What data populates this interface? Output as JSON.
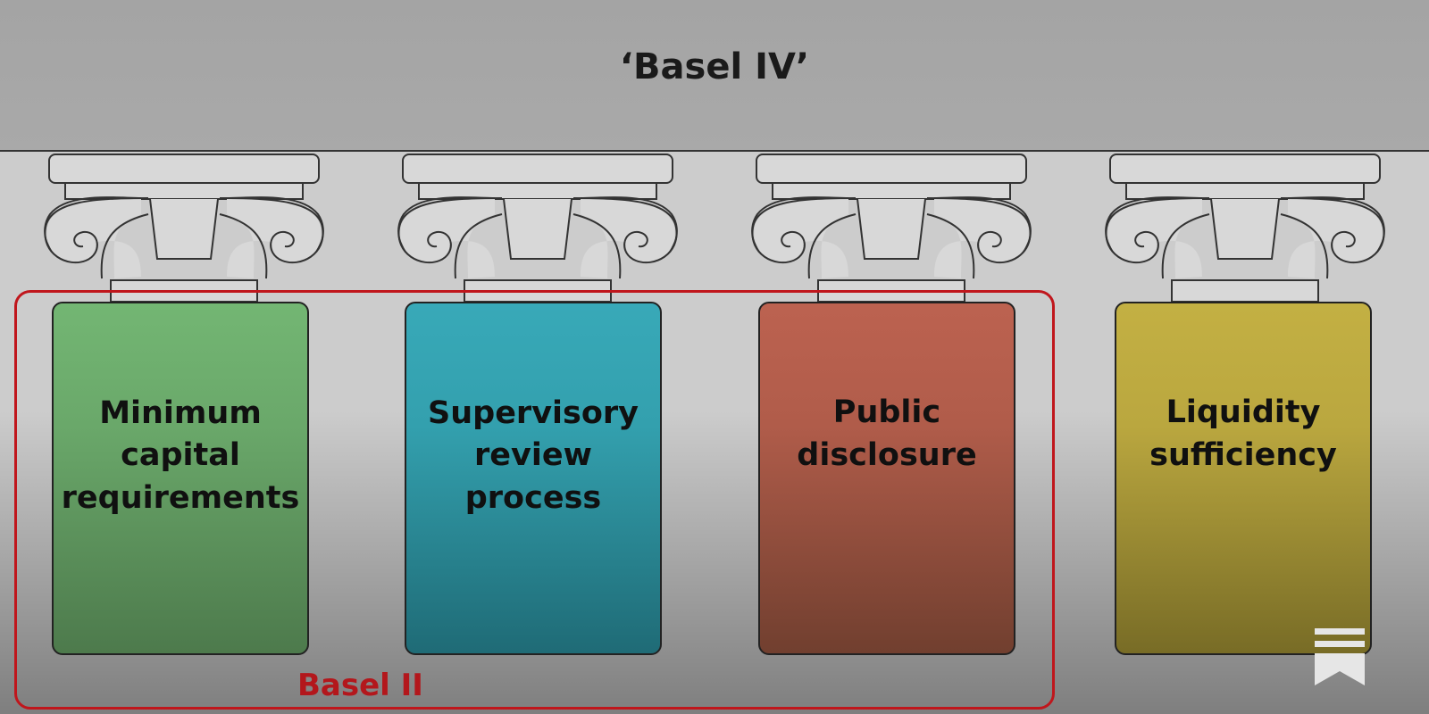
{
  "roof": {
    "title": "‘Basel IV’"
  },
  "pillars": [
    {
      "label": "Minimum capital requirements",
      "lines": [
        "Minimum",
        "capital",
        "requirements"
      ],
      "color": "#6aa86a"
    },
    {
      "label": "Supervisory review process",
      "lines": [
        "Supervisory",
        "review",
        "process"
      ],
      "color": "#33a0ae"
    },
    {
      "label": "Public disclosure",
      "lines": [
        "Public",
        "disclosure"
      ],
      "color": "#b05c4a"
    },
    {
      "label": "Liquidity sufficiency",
      "lines": [
        "Liquidity",
        "sufficiency"
      ],
      "color": "#baa73f"
    }
  ],
  "group": {
    "label": "Basel II",
    "color": "#c0161c"
  },
  "icons": {
    "corner": "bookmark-menu-icon"
  }
}
